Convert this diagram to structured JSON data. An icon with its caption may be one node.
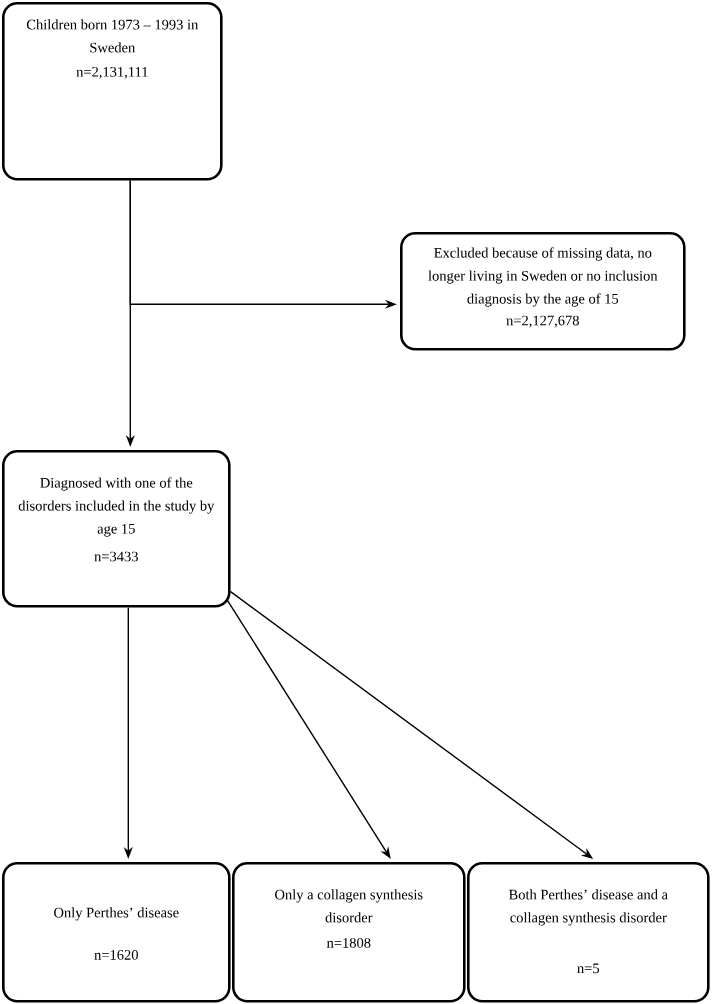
{
  "diagram": {
    "nodes": [
      {
        "text": [
          "Children born 1973 – 1993 in Sweden",
          "n=2,131,111"
        ]
      },
      {
        "text": [
          "Excluded because of missing data, no longer living in Sweden or no inclusion diagnosis by the age of 15",
          "n=2,127,678"
        ]
      },
      {
        "text": [
          "Diagnosed with one of the disorders included in the study by age 15",
          "n=3433"
        ]
      },
      {
        "text": [
          "Only Perthes’ disease",
          "n=1620"
        ]
      },
      {
        "text": [
          "Only a collagen synthesis disorder",
          "n=1808"
        ]
      },
      {
        "text": [
          "Both Perthes’ disease and a collagen synthesis disorder",
          "n=5"
        ]
      }
    ],
    "edges": [
      {
        "from": 0,
        "to": 2,
        "arrow": "to"
      },
      {
        "from": 0,
        "to": 1,
        "arrow": "to"
      },
      {
        "from": 2,
        "to": 3,
        "arrow": "to"
      },
      {
        "from": 2,
        "to": 4,
        "arrow": "to"
      },
      {
        "from": 2,
        "to": 5,
        "arrow": "to"
      }
    ]
  }
}
